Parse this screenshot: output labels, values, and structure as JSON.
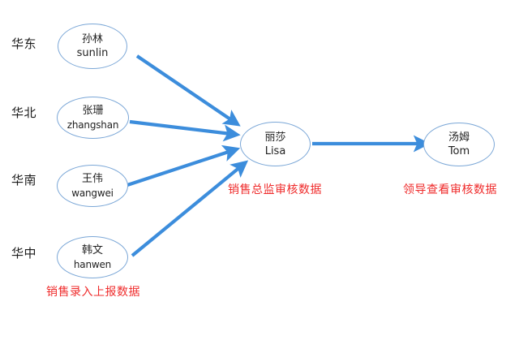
{
  "diagram": {
    "title": "sales data reporting flow",
    "accent_color": "#3c8ddc",
    "node_border_color": "#7ba7d7",
    "caption_color": "#ef2b2b",
    "regions": [
      {
        "label": "华东"
      },
      {
        "label": "华北"
      },
      {
        "label": "华南"
      },
      {
        "label": "华中"
      }
    ],
    "nodes": [
      {
        "id": "sunlin",
        "cn": "孙林",
        "en": "sunlin"
      },
      {
        "id": "zhangshan",
        "cn": "张珊",
        "en": "zhangshan"
      },
      {
        "id": "wangwei",
        "cn": "王伟",
        "en": "wangwei"
      },
      {
        "id": "hanwen",
        "cn": "韩文",
        "en": "hanwen"
      },
      {
        "id": "lisa",
        "cn": "丽莎",
        "en": "Lisa"
      },
      {
        "id": "tom",
        "cn": "汤姆",
        "en": "Tom"
      }
    ],
    "captions": [
      {
        "id": "sales-entry",
        "text": "销售录入上报数据"
      },
      {
        "id": "director-audit",
        "text": "销售总监审核数据"
      },
      {
        "id": "leader-review",
        "text": "领导查看审核数据"
      }
    ],
    "edges": [
      {
        "from": "sunlin",
        "to": "lisa"
      },
      {
        "from": "zhangshan",
        "to": "lisa"
      },
      {
        "from": "wangwei",
        "to": "lisa"
      },
      {
        "from": "hanwen",
        "to": "lisa"
      },
      {
        "from": "lisa",
        "to": "tom"
      }
    ]
  }
}
